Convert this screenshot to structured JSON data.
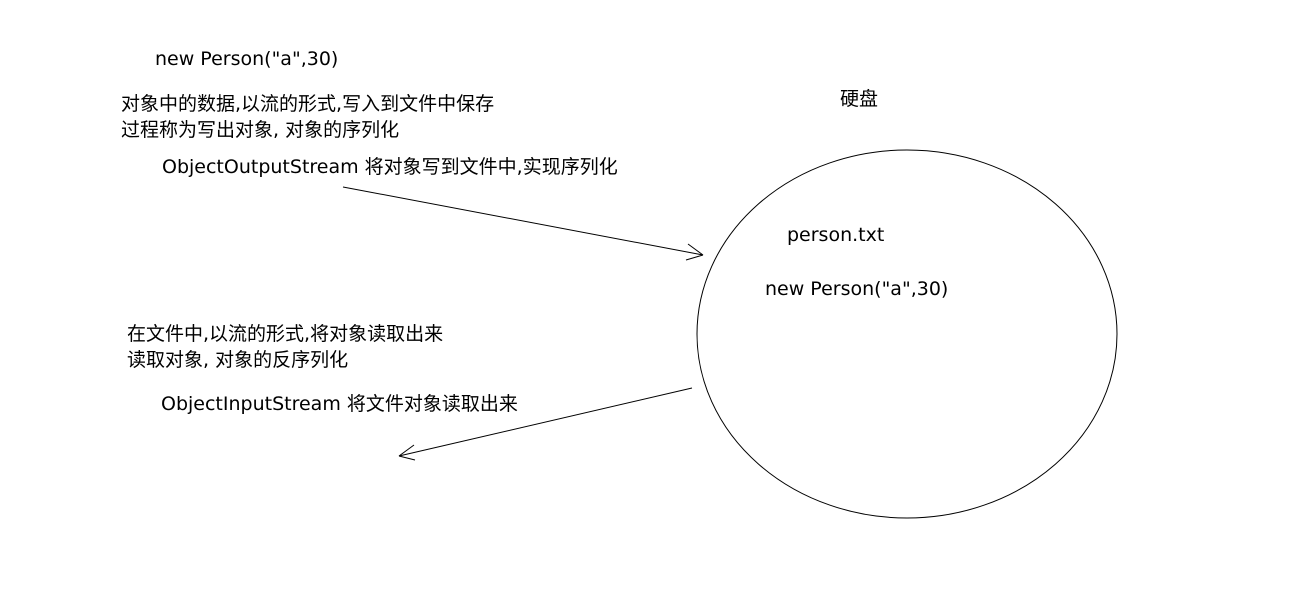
{
  "diagram": {
    "serialize_object_label": "new Person(\"a\",30)",
    "serialize_desc_line1": "对象中的数据,以流的形式,写入到文件中保存",
    "serialize_desc_line2": "过程称为写出对象, 对象的序列化",
    "output_stream_label": "ObjectOutputStream  将对象写到文件中,实现序列化",
    "disk_label": "硬盘",
    "file_name": "person.txt",
    "file_content": "new Person(\"a\",30)",
    "deserialize_desc_line1": "在文件中,以流的形式,将对象读取出来",
    "deserialize_desc_line2": "读取对象, 对象的反序列化",
    "input_stream_label": "ObjectInputStream 将文件对象读取出来"
  }
}
